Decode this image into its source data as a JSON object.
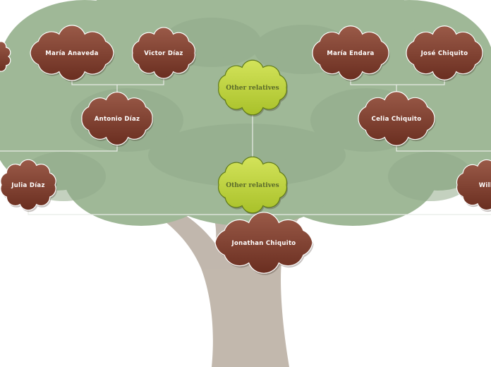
{
  "tree": {
    "colors": {
      "foliage": "#8fac86",
      "foliage_dark": "#7f9c77",
      "trunk": "#b7ab9f",
      "trunk_dark": "#a69a8e",
      "person_node": "#7a3a2a",
      "person_node_light": "#9a5a48",
      "relatives_node": "#b5cc2e",
      "relatives_node_light": "#d3e35a",
      "connector": "#e8ece6"
    }
  },
  "nodes": {
    "maria_anaveda": "María Anaveda",
    "victor_diaz": "Victor Díaz",
    "maria_endara": "María Endara",
    "jose_chiquito": "José Chiquito",
    "other_relatives_top": "Other relatives",
    "antonio_diaz": "Antonio Díaz",
    "celia_chiquito": "Celia Chiquito",
    "julia_diaz": "Julia Díaz",
    "other_relatives_mid": "Other relatives",
    "william_partial": "Willi",
    "jonathan_chiquito": "Jonathan Chiquito"
  }
}
